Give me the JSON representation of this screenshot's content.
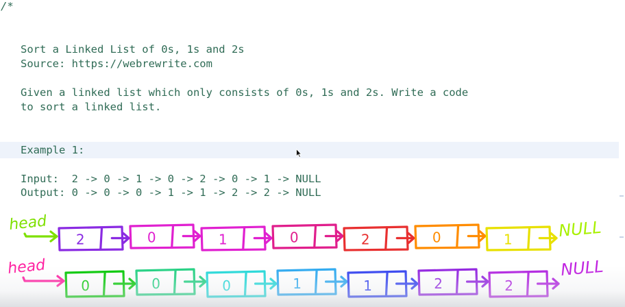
{
  "editor": {
    "comment_open": "/*",
    "lines": {
      "title": "Sort a Linked List of 0s, 1s and 2s",
      "source": "Source: https://webrewrite.com",
      "desc1": "Given a linked list which only consists of 0s, 1s and 2s. Write a code",
      "desc2": "to sort a linked list.",
      "example": "Example 1:",
      "input": "Input:  2 -> 0 -> 1 -> 0 -> 2 -> 0 -> 1 -> NULL",
      "output": "Output: 0 -> 0 -> 0 -> 1 -> 1 -> 2 -> 2 -> NULL"
    }
  },
  "drawing": {
    "top_list": {
      "head_label": "head",
      "null_label": "NULL",
      "nodes": [
        "2",
        "0",
        "1",
        "0",
        "2",
        "0",
        "1"
      ],
      "colors": [
        "#8a2be2",
        "#e020d0",
        "#e020d0",
        "#e01e8c",
        "#e83030",
        "#ff8c00",
        "#e8e000"
      ],
      "head_color": "#7ee000",
      "null_color": "#a8f000"
    },
    "bottom_list": {
      "head_label": "head",
      "null_label": "NULL",
      "nodes": [
        "0",
        "0",
        "0",
        "1",
        "1",
        "2",
        "2"
      ],
      "colors": [
        "#00c800",
        "#20d080",
        "#20d8d8",
        "#2aa8f0",
        "#3040f0",
        "#9020e0",
        "#b020e0"
      ],
      "head_color": "#ff1ea0",
      "null_color": "#c020e0"
    }
  }
}
